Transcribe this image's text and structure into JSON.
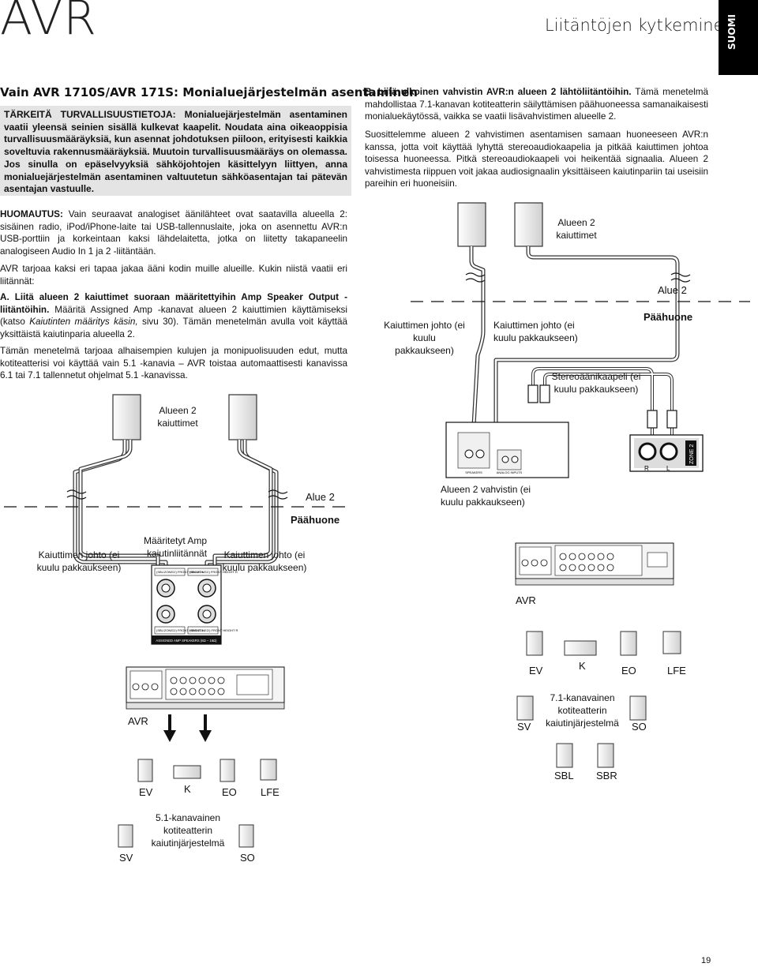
{
  "header": {
    "brand": "AVR",
    "title": "Liitäntöjen kytkeminen",
    "language_tab": "SUOMI"
  },
  "left": {
    "heading": "Vain AVR 1710S/AVR 171S: Monialuejärjestelmän asentaminen",
    "warning_title": "TÄRKEITÄ TURVALLISUUSTIETOJA:",
    "warning_text": " Monialuejärjestelmän asentaminen vaatii yleensä seinien sisällä kulkevat kaapelit. Noudata aina oikeaoppisia turvallisuusmääräyksiä, kun asennat johdotuksen piiloon, erityisesti kaikkia soveltuvia rakennusmääräyksiä. Muutoin turvallisuusmääräys on olemassa. Jos sinulla on epäselvyyksiä sähköjohtojen käsittelyyn liittyen, anna monialuejärjestelmän asentaminen valtuutetun sähköasentajan tai pätevän asentajan vastuulle.",
    "note_label": "HUOMAUTUS:",
    "note_text": " Vain seuraavat analogiset äänilähteet ovat saatavilla alueella 2: sisäinen radio, iPod/iPhone-laite tai USB-tallennuslaite, joka on asennettu AVR:n USB-porttiin ja korkeintaan kaksi lähdelaitetta, jotka on liitetty takapaneelin analogiseen Audio In 1 ja 2 -liitäntään.",
    "two_ways": "AVR tarjoaa kaksi eri tapaa jakaa ääni kodin muille alueille. Kukin niistä vaatii eri liitännät:",
    "a_heading": "A. Liitä alueen 2 kaiuttimet suoraan määritettyihin Amp Speaker Output -liitäntöihin.",
    "a_text_1": " Määritä Assigned Amp -kanavat alueen 2 kaiuttimien käyttämiseksi (katso ",
    "a_text_italic": "Kaiutinten määritys käsin,",
    "a_text_2": " sivu 30). Tämän menetelmän avulla voit käyttää yksittäistä kaiutinparia alueella 2.",
    "cost_text": "Tämän menetelmä tarjoaa alhaisempien kulujen ja monipuolisuuden edut, mutta kotiteatterisi voi käyttää vain 5.1 -kanavia – AVR toistaa automaattisesti kanavissa 6.1 tai 7.1 tallennetut ohjelmat 5.1 -kanavissa."
  },
  "right": {
    "b_heading": "B. Liitä ulkoinen vahvistin AVR:n alueen 2 lähtöliitäntöihin.",
    "b_text": " Tämä menetelmä mahdollistaa 7.1-kanavan kotiteatterin säilyttämisen päähuoneessa samanaikaisesti monialuekäytössä, vaikka se vaatii lisävahvistimen alueelle 2.",
    "recommend": "Suosittelemme alueen 2 vahvistimen asentamisen samaan huoneeseen AVR:n kanssa, jotta voit käyttää lyhyttä stereoaudiokaapelia ja pitkää kaiuttimen johtoa toisessa huoneessa. Pitkä stereoaudiokaapeli voi heikentää signaalia. Alueen 2 vahvistimesta riippuen voit jakaa audiosignaalin yksittäiseen kaiutinpariin tai useisiin pareihin eri huoneisiin."
  },
  "diagram_a": {
    "zone2_speakers": "Alueen 2 kaiuttimet",
    "zone_label": "Alue 2",
    "main_room": "Päähuone",
    "wire_left": "Kaiuttimen johto (ei kuulu pakkaukseen)",
    "assigned_amp": "Määritetyt Amp -kaiutinliitännät",
    "wire_right": "Kaiuttimen johto (ei kuulu pakkaukseen)",
    "avr": "AVR",
    "fl": "EV",
    "c": "K",
    "fr": "EO",
    "lfe": "LFE",
    "system": "5.1-kanavainen kotiteatterin kaiutinjärjestelmä",
    "sl": "SV",
    "sr": "SO",
    "panel_top_left": "(SBL/ZONE2/) FRONT HEIGHT L",
    "panel_top_right": "(SBL/ZONE2/) FRONT HEIGHT R",
    "panel_bot_left": "(SBL/ZONE2/) FRONT HEIGHT L",
    "panel_bot_right": "(SBR/ZONE2/) FRONT HEIGHT R",
    "panel_caption": "ASSIGNED AMP SPEAKERS (8Ω – 16Ω)"
  },
  "diagram_b": {
    "zone2_speakers": "Alueen 2 kaiuttimet",
    "zone_label": "Alue 2",
    "main_room": "Päähuone",
    "wire_left": "Kaiuttimen johto (ei kuulu pakkaukseen)",
    "wire_right": "Kaiuttimen johto (ei kuulu pakkaukseen)",
    "stereo_cable": "Stereoäänikaapeli (ei kuulu pakkaukseen)",
    "amp": "Alueen 2 vahvistin (ei kuulu pakkaukseen)",
    "amp_speakers": "SPEAKERS",
    "amp_input": "ANALOG INPUTS",
    "zone2_out": "ZONE 2",
    "r": "R",
    "l": "L",
    "avr": "AVR",
    "fl": "EV",
    "c": "K",
    "fr": "EO",
    "lfe": "LFE",
    "system": "7.1-kanavainen kotiteatterin kaiutinjärjestelmä",
    "sl": "SV",
    "sr": "SO",
    "sbl": "SBL",
    "sbr": "SBR"
  },
  "page_number": "19"
}
